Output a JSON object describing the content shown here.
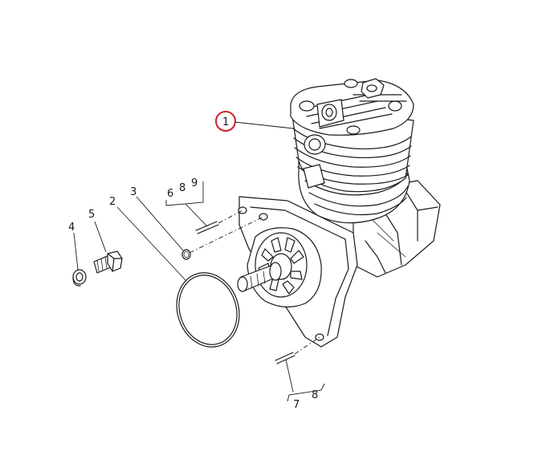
{
  "labels": {
    "part1": "1",
    "part2": "2",
    "part3": "3",
    "part4": "4",
    "part5": "5",
    "group_top_a": "6",
    "group_top_b": "8",
    "group_top_c": "9",
    "group_bottom_a": "7",
    "group_bottom_b": "8"
  },
  "colors": {
    "line": "#1a1a1a",
    "highlight": "#d0202a",
    "background": "#ffffff"
  }
}
